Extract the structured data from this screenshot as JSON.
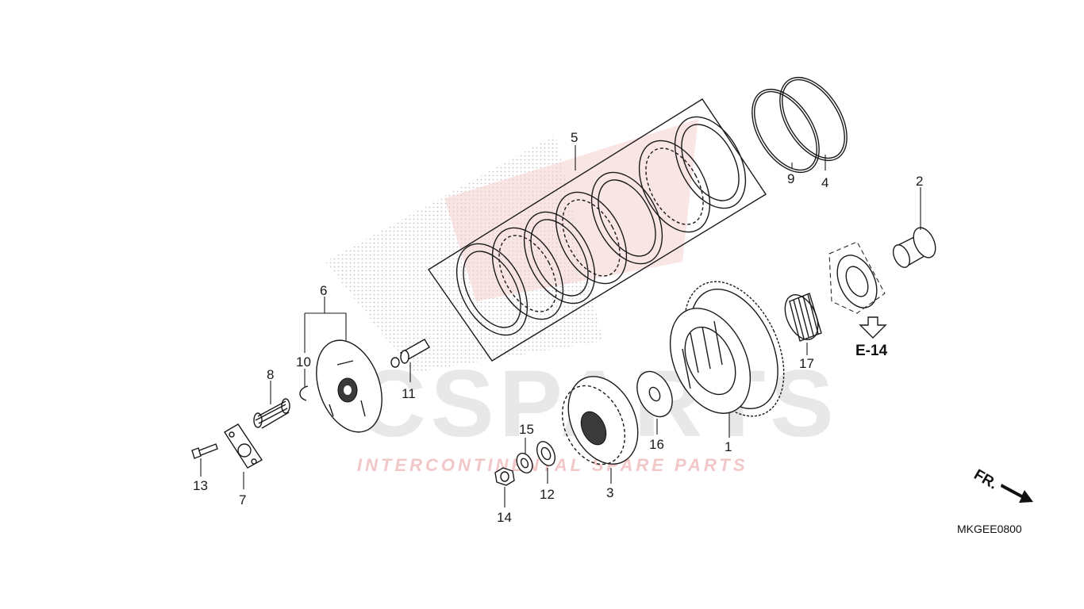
{
  "diagram": {
    "watermark": {
      "brand": "CSPARTS",
      "tagline": "INTERCONTINENTAL SPARE PARTS",
      "color_main": "#e8e8e8",
      "color_accent": "#e03c3c"
    },
    "callouts": [
      "1",
      "2",
      "3",
      "4",
      "5",
      "6",
      "7",
      "8",
      "9",
      "10",
      "11",
      "12",
      "13",
      "14",
      "15",
      "16",
      "17"
    ],
    "reference": "E-14",
    "direction_label": "FR.",
    "diagram_code": "MKGEE0800"
  }
}
